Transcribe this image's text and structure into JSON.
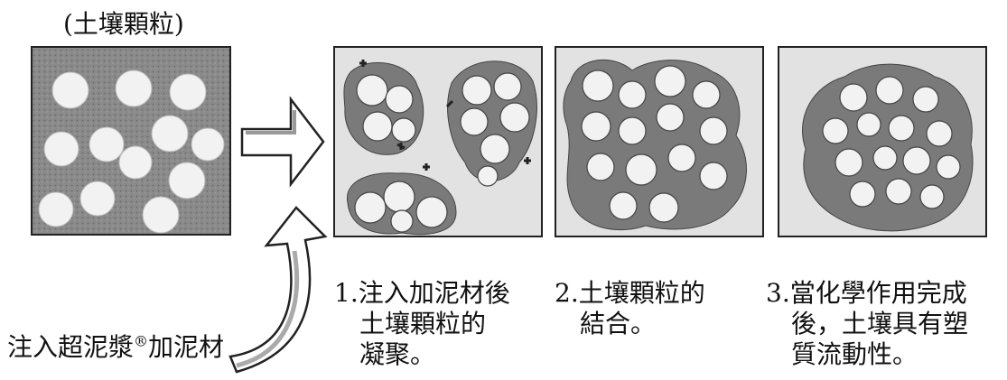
{
  "soil_label": "(土壤顆粒)",
  "inject_label": "注入超泥漿",
  "inject_mark": "®",
  "inject_label_tail": "加泥材",
  "captions": [
    {
      "lines": [
        "1.注入加泥材後",
        "土壤顆粒的",
        "凝聚。"
      ]
    },
    {
      "lines": [
        "2.土壤顆粒的",
        "結合。"
      ]
    },
    {
      "lines": [
        "3.當化學作用完成",
        "後，土壤具有塑",
        "質流動性。"
      ]
    }
  ],
  "colors": {
    "soil_fill": "#8a8a8a",
    "panel_bg": "#e2e2e2",
    "particle": "#f2f2f2",
    "cluster": "#7a7a7a",
    "outline": "#222222"
  }
}
